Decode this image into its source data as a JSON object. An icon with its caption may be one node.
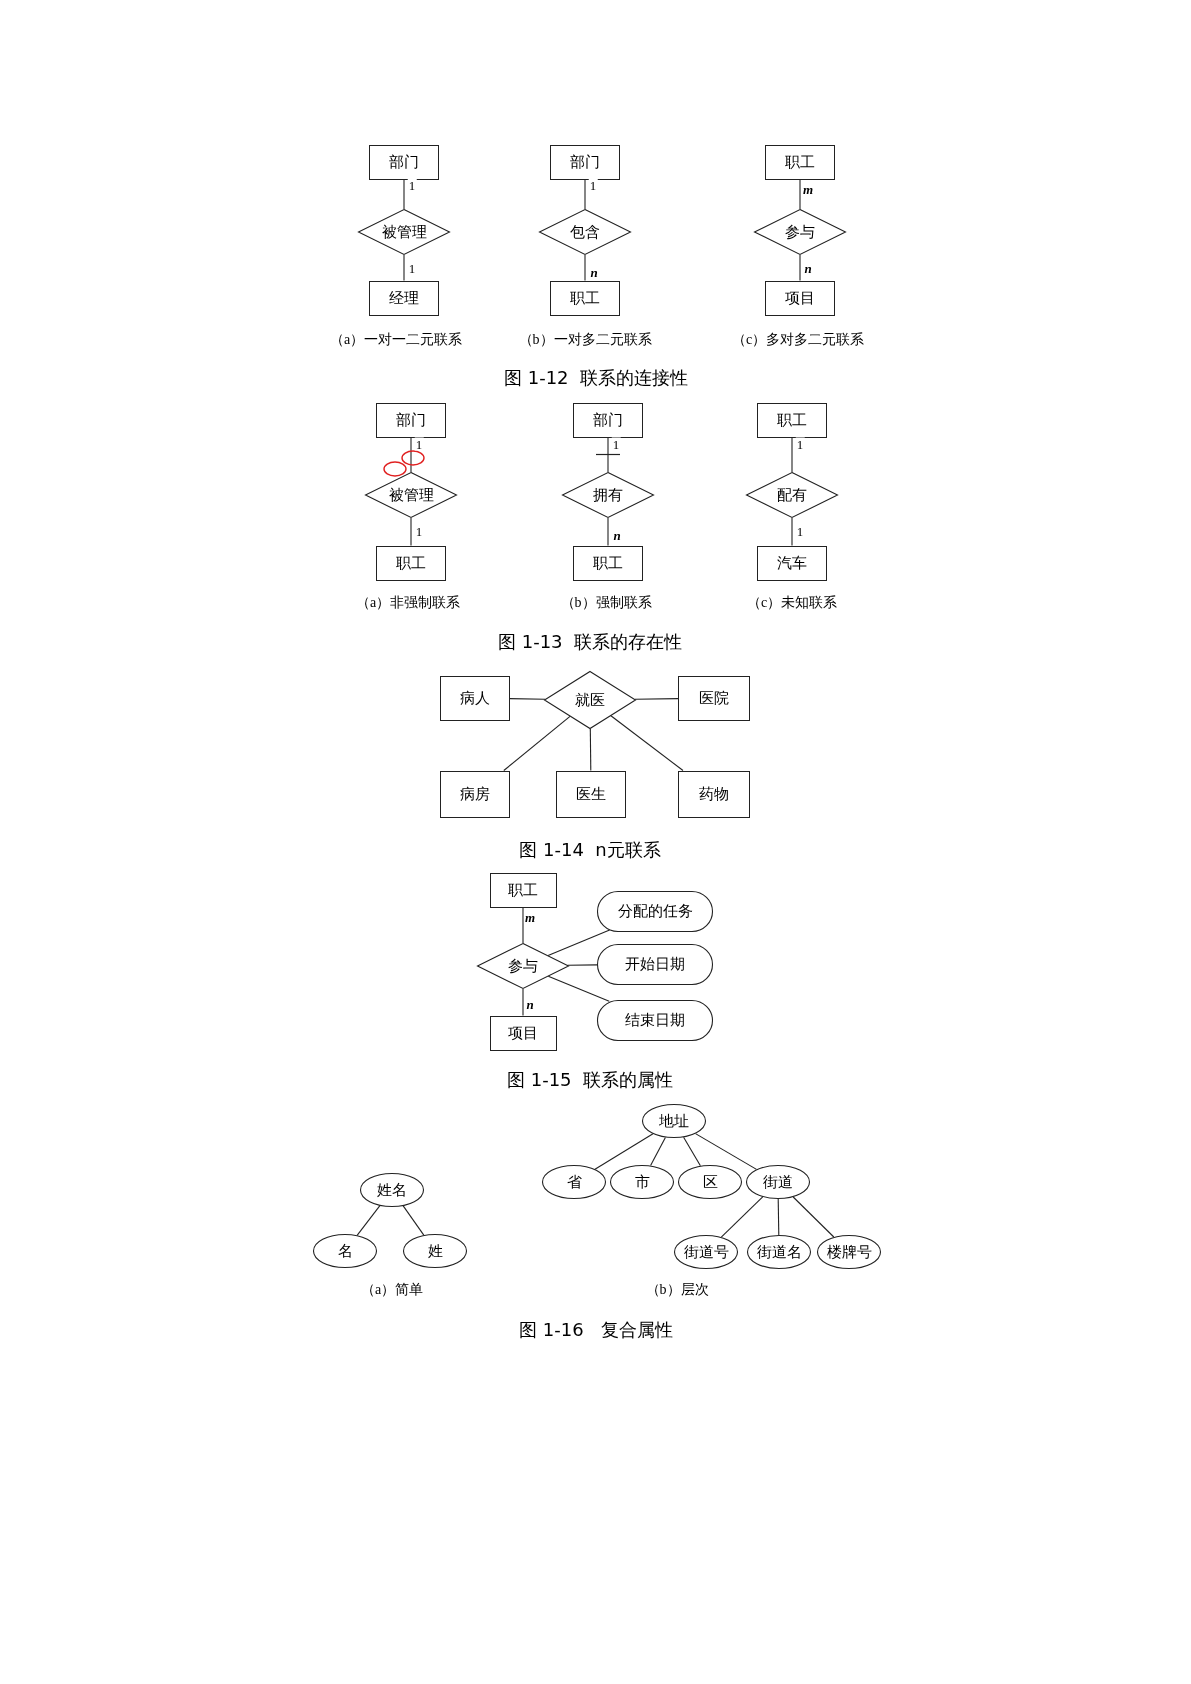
{
  "diagram": {
    "nodes": [
      {
        "text": [
          "部门"
        ]
      },
      {
        "text": [
          "被管理"
        ]
      },
      {
        "text": [
          "经理"
        ]
      },
      {
        "text": [
          "部门"
        ]
      },
      {
        "text": [
          "包含"
        ]
      },
      {
        "text": [
          "职工"
        ]
      },
      {
        "text": [
          "职工"
        ]
      },
      {
        "text": [
          "参与"
        ]
      },
      {
        "text": [
          "项目"
        ]
      },
      {
        "text": [
          "部门"
        ]
      },
      {
        "text": [
          "被管理"
        ]
      },
      {
        "text": [
          "职工"
        ]
      },
      {
        "text": [
          "部门"
        ]
      },
      {
        "text": [
          "拥有"
        ]
      },
      {
        "text": [
          "职工"
        ]
      },
      {
        "text": [
          "职工"
        ]
      },
      {
        "text": [
          "配有"
        ]
      },
      {
        "text": [
          "汽车"
        ]
      },
      {
        "text": [
          "病人"
        ]
      },
      {
        "text": [
          "就医"
        ]
      },
      {
        "text": [
          "医院"
        ]
      },
      {
        "text": [
          "病房"
        ]
      },
      {
        "text": [
          "医生"
        ]
      },
      {
        "text": [
          "药物"
        ]
      },
      {
        "text": [
          "职工"
        ]
      },
      {
        "text": [
          "参与"
        ]
      },
      {
        "text": [
          "分配的任务"
        ]
      },
      {
        "text": [
          "开始日期"
        ]
      },
      {
        "text": [
          "结束日期"
        ]
      },
      {
        "text": [
          "项目"
        ]
      },
      {
        "text": [
          "姓名"
        ]
      },
      {
        "text": [
          "名"
        ]
      },
      {
        "text": [
          "姓"
        ]
      },
      {
        "text": [
          "地址"
        ]
      },
      {
        "text": [
          "省"
        ]
      },
      {
        "text": [
          "市"
        ]
      },
      {
        "text": [
          "区"
        ]
      },
      {
        "text": [
          "街道"
        ]
      },
      {
        "text": [
          "街道号"
        ]
      },
      {
        "text": [
          "街道名"
        ]
      },
      {
        "text": [
          "楼牌号"
        ]
      }
    ],
    "edges": [
      {
        "from": 0,
        "to": 1,
        "arrow": "none",
        "label": "1"
      },
      {
        "from": 1,
        "to": 2,
        "arrow": "none",
        "label": "1"
      },
      {
        "from": 3,
        "to": 4,
        "arrow": "none",
        "label": "1"
      },
      {
        "from": 4,
        "to": 5,
        "arrow": "none",
        "label": "n"
      },
      {
        "from": 6,
        "to": 7,
        "arrow": "none",
        "label": "m"
      },
      {
        "from": 7,
        "to": 8,
        "arrow": "none",
        "label": "n"
      },
      {
        "from": 9,
        "to": 10,
        "arrow": "none",
        "label": "1"
      },
      {
        "from": 10,
        "to": 11,
        "arrow": "none",
        "label": "1"
      },
      {
        "from": 12,
        "to": 13,
        "arrow": "other",
        "label": "1"
      },
      {
        "from": 13,
        "to": 14,
        "arrow": "none",
        "label": "n"
      },
      {
        "from": 15,
        "to": 16,
        "arrow": "none",
        "label": "1"
      },
      {
        "from": 16,
        "to": 17,
        "arrow": "none",
        "label": "1"
      },
      {
        "from": 18,
        "to": 19,
        "arrow": "none"
      },
      {
        "from": 19,
        "to": 20,
        "arrow": "none"
      },
      {
        "from": 19,
        "to": 21,
        "arrow": "none"
      },
      {
        "from": 19,
        "to": 22,
        "arrow": "none"
      },
      {
        "from": 19,
        "to": 23,
        "arrow": "none"
      },
      {
        "from": 24,
        "to": 25,
        "arrow": "none",
        "label": "m"
      },
      {
        "from": 25,
        "to": 29,
        "arrow": "none",
        "label": "n"
      },
      {
        "from": 25,
        "to": 26,
        "arrow": "none"
      },
      {
        "from": 25,
        "to": 27,
        "arrow": "none"
      },
      {
        "from": 25,
        "to": 28,
        "arrow": "none"
      },
      {
        "from": 30,
        "to": 31,
        "arrow": "none"
      },
      {
        "from": 30,
        "to": 32,
        "arrow": "none"
      },
      {
        "from": 33,
        "to": 34,
        "arrow": "none"
      },
      {
        "from": 33,
        "to": 35,
        "arrow": "none"
      },
      {
        "from": 33,
        "to": 36,
        "arrow": "none"
      },
      {
        "from": 33,
        "to": 37,
        "arrow": "none"
      },
      {
        "from": 37,
        "to": 38,
        "arrow": "none"
      },
      {
        "from": 37,
        "to": 39,
        "arrow": "none"
      },
      {
        "from": 37,
        "to": 40,
        "arrow": "none"
      }
    ],
    "labels": [
      "（a）一对一二元联系",
      "（b）一对多二元联系",
      "（c）多对多二元联系",
      "图 1-12  联系的连接性",
      "（a）非强制联系",
      "（b）强制联系",
      "（c）未知联系",
      "图 1-13  联系的存在性",
      "图 1-14  n元联系",
      "图 1-15  联系的属性",
      "（a）简单",
      "（b）层次",
      "图 1-16   复合属性"
    ]
  }
}
